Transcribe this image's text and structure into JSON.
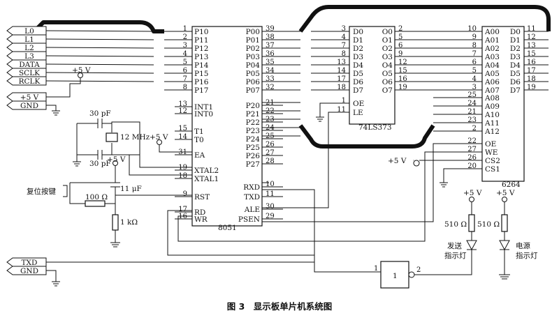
{
  "caption": "图 3　显示板单片机系统图",
  "connectors": {
    "top": [
      "L0",
      "L1",
      "L2",
      "L3",
      "DATA",
      "SCLK",
      "RCLK",
      "+5 V",
      "GND"
    ],
    "bottom": [
      "TXD",
      "GND"
    ]
  },
  "mcu": {
    "name": "8051",
    "left_pins": [
      {
        "num": "1",
        "name": "P10"
      },
      {
        "num": "2",
        "name": "P11"
      },
      {
        "num": "3",
        "name": "P12"
      },
      {
        "num": "4",
        "name": "P13"
      },
      {
        "num": "5",
        "name": "P14"
      },
      {
        "num": "6",
        "name": "P15"
      },
      {
        "num": "7",
        "name": "P16"
      },
      {
        "num": "8",
        "name": "P17"
      },
      {
        "num": "13",
        "name": "INT1"
      },
      {
        "num": "12",
        "name": "INT0"
      },
      {
        "num": "15",
        "name": "T1"
      },
      {
        "num": "14",
        "name": "T0"
      },
      {
        "num": "31",
        "name": "EA"
      },
      {
        "num": "19",
        "name": "XTAL2"
      },
      {
        "num": "18",
        "name": "XTAL1"
      },
      {
        "num": "9",
        "name": "RST"
      },
      {
        "num": "17",
        "name": "RD"
      },
      {
        "num": "16",
        "name": "WR"
      }
    ],
    "right_pins": [
      {
        "num": "39",
        "name": "P00"
      },
      {
        "num": "38",
        "name": "P01"
      },
      {
        "num": "37",
        "name": "P02"
      },
      {
        "num": "36",
        "name": "P03"
      },
      {
        "num": "35",
        "name": "P04"
      },
      {
        "num": "34",
        "name": "P05"
      },
      {
        "num": "33",
        "name": "P06"
      },
      {
        "num": "32",
        "name": "P07"
      },
      {
        "num": "21",
        "name": "P20"
      },
      {
        "num": "22",
        "name": "P21"
      },
      {
        "num": "23",
        "name": "P22"
      },
      {
        "num": "24",
        "name": "P23"
      },
      {
        "num": "25",
        "name": "P24"
      },
      {
        "num": "26",
        "name": "P25"
      },
      {
        "num": "27",
        "name": "P26"
      },
      {
        "num": "28",
        "name": "P27"
      },
      {
        "num": "10",
        "name": "RXD"
      },
      {
        "num": "11",
        "name": "TXD"
      },
      {
        "num": "30",
        "name": "ALE"
      },
      {
        "num": "29",
        "name": "PSEN"
      }
    ]
  },
  "latch": {
    "name": "74LS373",
    "d_pins": [
      {
        "num": "3",
        "name": "D0"
      },
      {
        "num": "4",
        "name": "D1"
      },
      {
        "num": "7",
        "name": "D2"
      },
      {
        "num": "8",
        "name": "D3"
      },
      {
        "num": "13",
        "name": "D4"
      },
      {
        "num": "14",
        "name": "D5"
      },
      {
        "num": "17",
        "name": "D6"
      },
      {
        "num": "18",
        "name": "D7"
      },
      {
        "num": "1",
        "name": "OE"
      },
      {
        "num": "11",
        "name": "LE"
      }
    ],
    "o_pins": [
      {
        "num": "2",
        "name": "O0"
      },
      {
        "num": "5",
        "name": "O1"
      },
      {
        "num": "6",
        "name": "O2"
      },
      {
        "num": "9",
        "name": "O3"
      },
      {
        "num": "12",
        "name": "O4"
      },
      {
        "num": "15",
        "name": "O5"
      },
      {
        "num": "16",
        "name": "O6"
      },
      {
        "num": "19",
        "name": "O7"
      }
    ]
  },
  "ram": {
    "name": "6264",
    "a_pins": [
      {
        "num": "10",
        "name": "A00"
      },
      {
        "num": "9",
        "name": "A01"
      },
      {
        "num": "8",
        "name": "A02"
      },
      {
        "num": "7",
        "name": "A03"
      },
      {
        "num": "6",
        "name": "A04"
      },
      {
        "num": "5",
        "name": "A05"
      },
      {
        "num": "4",
        "name": "A06"
      },
      {
        "num": "3",
        "name": "A07"
      },
      {
        "num": "25",
        "name": "A08"
      },
      {
        "num": "24",
        "name": "A09"
      },
      {
        "num": "21",
        "name": "A10"
      },
      {
        "num": "23",
        "name": "A11"
      },
      {
        "num": "2",
        "name": "A12"
      },
      {
        "num": "22",
        "name": "OE"
      },
      {
        "num": "27",
        "name": "WE"
      },
      {
        "num": "26",
        "name": "CS2"
      },
      {
        "num": "20",
        "name": "CS1"
      }
    ],
    "d_pins": [
      {
        "num": "11",
        "name": "D0"
      },
      {
        "num": "12",
        "name": "D1"
      },
      {
        "num": "13",
        "name": "D2"
      },
      {
        "num": "15",
        "name": "D3"
      },
      {
        "num": "16",
        "name": "D4"
      },
      {
        "num": "17",
        "name": "D5"
      },
      {
        "num": "18",
        "name": "D6"
      },
      {
        "num": "19",
        "name": "D7"
      }
    ]
  },
  "gate": {
    "label": "1",
    "in_pin": "1",
    "out_pin": "2"
  },
  "labels": {
    "vcc": "+5 V",
    "c1": "30 pF",
    "c2": "30 pF",
    "crystal": "12 MHz",
    "reset_btn": "复位按键",
    "reset_cap": "11 μF",
    "r_100": "100 Ω",
    "r_1k": "1 kΩ",
    "r_510a": "510 Ω",
    "r_510b": "510 Ω",
    "led_send_1": "发送",
    "led_send_2": "指示灯",
    "led_power_1": "电源",
    "led_power_2": "指示灯"
  }
}
